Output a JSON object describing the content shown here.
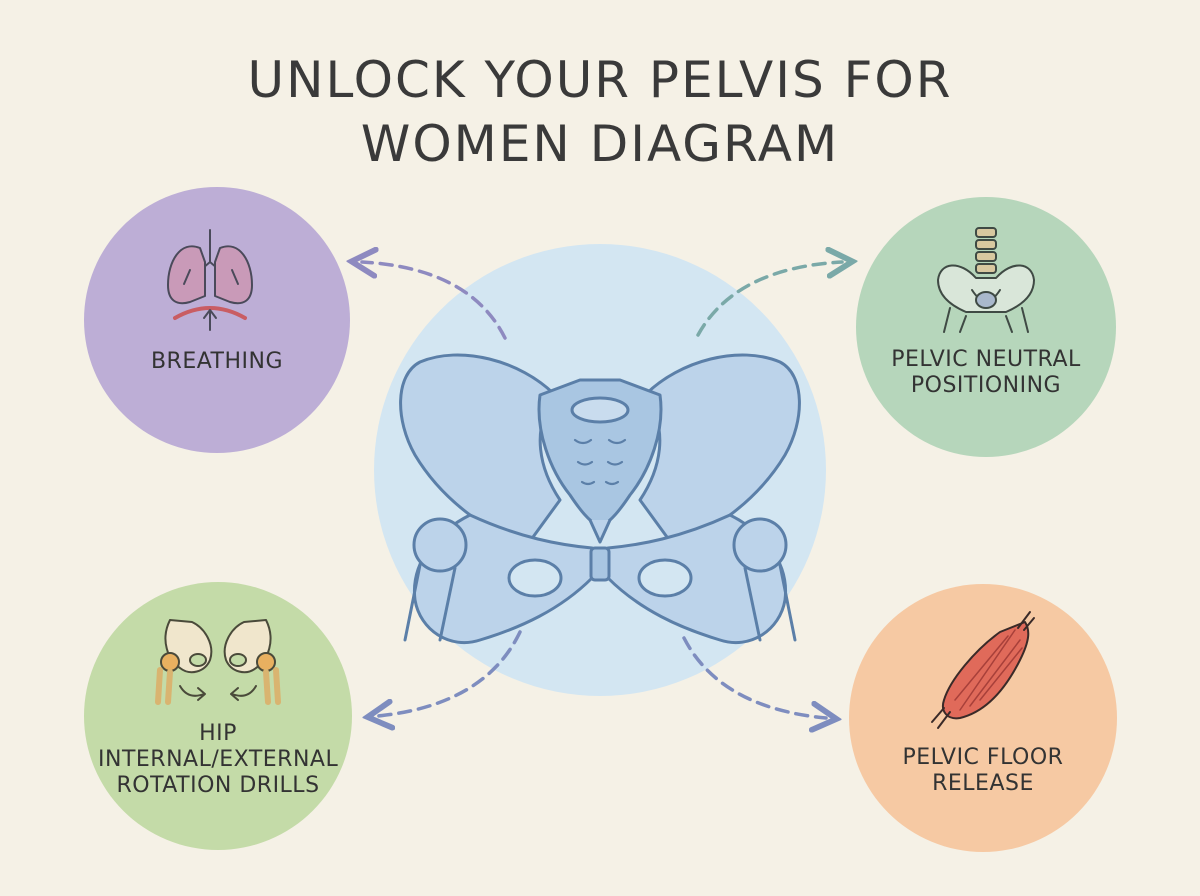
{
  "title": {
    "line1": "UNLOCK YOUR PELVIS FOR",
    "line2": "WOMEN DIAGRAM"
  },
  "nodes": {
    "breathing": {
      "label": "BREATHING",
      "color": "#bdaed6",
      "icon": "lungs-icon"
    },
    "pelvic_neutral": {
      "line1": "PELVIC NEUTRAL",
      "line2": "POSITIONING",
      "color": "#b6d6bb",
      "icon": "spine-pelvis-icon"
    },
    "hip_rotation": {
      "line1": "HIP",
      "line2": "INTERNAL/EXTERNAL",
      "line3": "ROTATION DRILLS",
      "color": "#c4dba8",
      "icon": "hip-joints-icon"
    },
    "pelvic_floor": {
      "line1": "PELVIC FLOOR",
      "line2": "RELEASE",
      "color": "#f6c9a3",
      "icon": "muscle-icon"
    }
  },
  "center": {
    "icon": "pelvis-icon",
    "color": "#d3e6f2"
  },
  "colors": {
    "arrow_purple": "#8e8ac0",
    "arrow_teal": "#7aa9a8",
    "arrow_blue": "#7e8dbf",
    "bone_stroke": "#5b7fa8",
    "bone_fill": "#bcd3ea"
  }
}
